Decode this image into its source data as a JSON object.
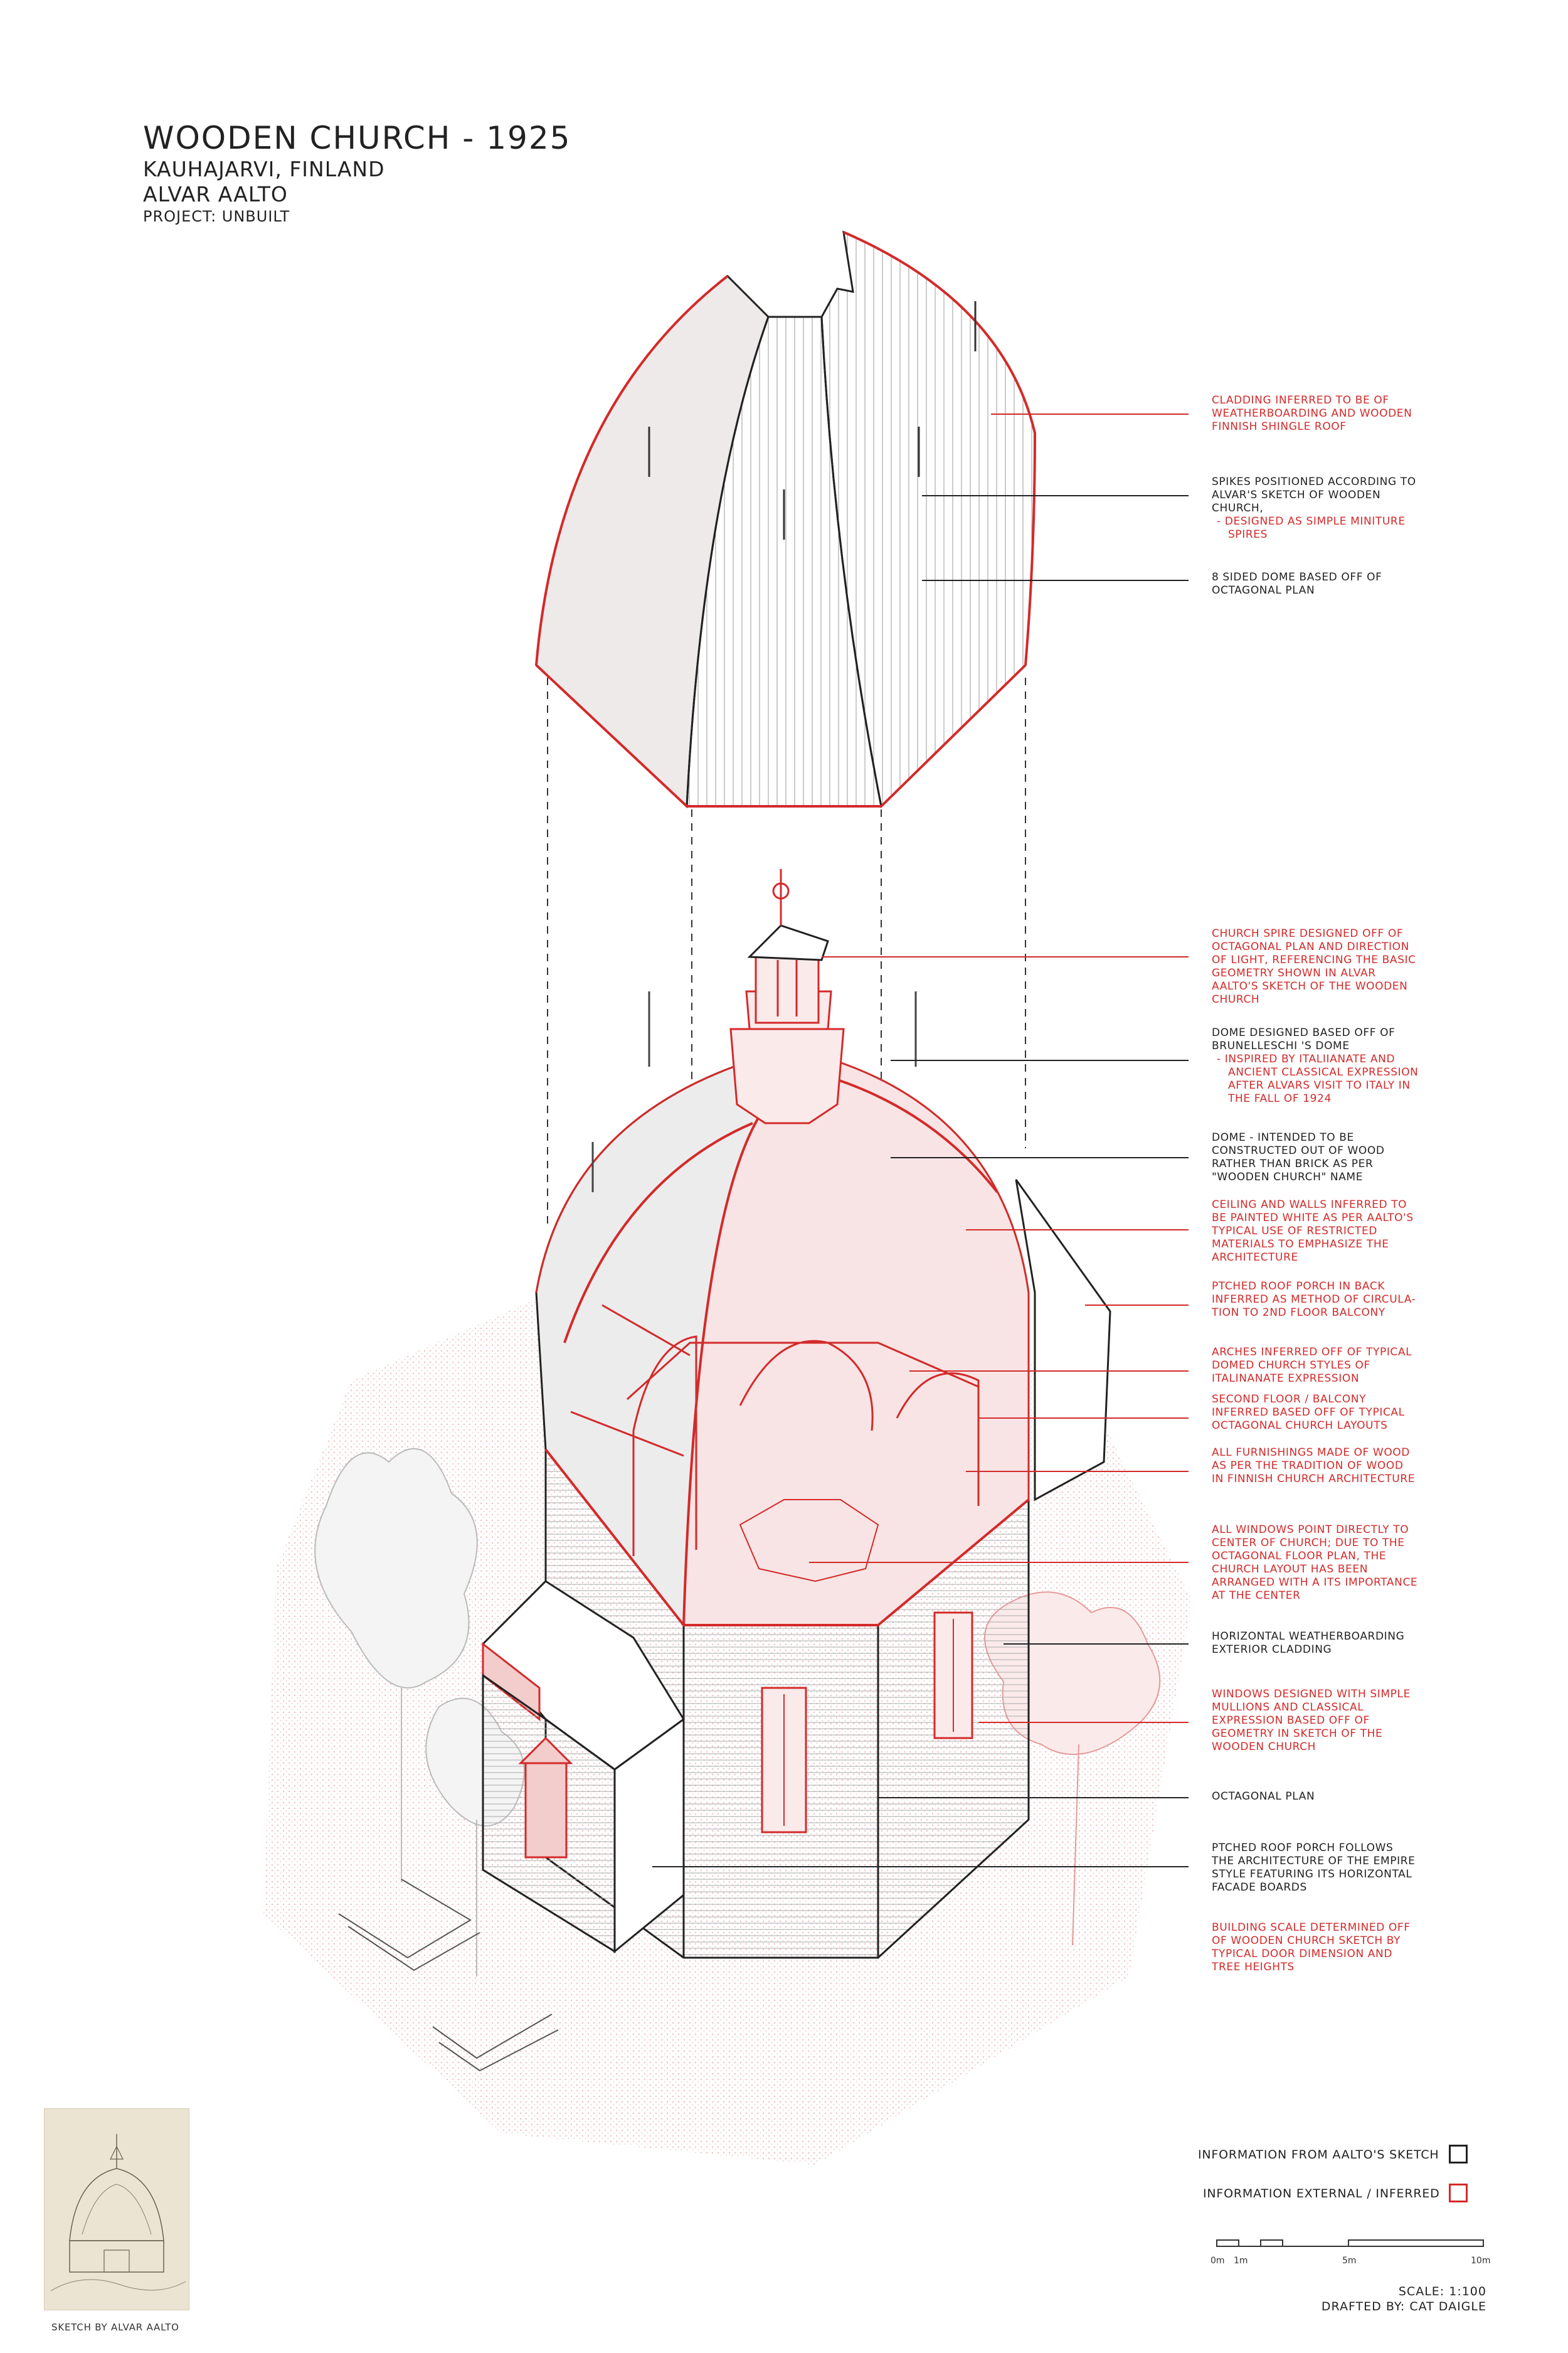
{
  "title": {
    "name": "WOODEN CHURCH - 1925",
    "location": "KAUHAJARVI, FINLAND",
    "architect": "ALVAR AALTO",
    "status": "PROJECT: UNBUILT"
  },
  "annotations": [
    {
      "text": "CLADDING INFERRED TO BE OF WEATHERBOARDING AND WOODEN FINNISH SHINGLE ROOF",
      "kind": "inferred"
    },
    {
      "text": "SPIKES POSITIONED ACCORDING TO ALVAR'S SKETCH OF WOODEN CHURCH,",
      "sub": "DESIGNED AS SIMPLE MINITURE SPIRES",
      "kind": "sketch"
    },
    {
      "text": "8 SIDED DOME BASED OFF OF OCTAGONAL PLAN",
      "kind": "sketch"
    },
    {
      "text": "CHURCH SPIRE DESIGNED OFF OF OCTAGONAL PLAN AND DIRECTION OF LIGHT, REFERENCING THE BASIC GEOMETRY SHOWN IN ALVAR AALTO'S SKETCH OF THE WOODEN CHURCH",
      "kind": "inferred"
    },
    {
      "text": "DOME DESIGNED BASED OFF OF BRUNELLESCHI 'S DOME",
      "sub": "INSPIRED BY ITALIIANATE AND ANCIENT CLASSICAL EXPRESSION AFTER ALVARS VISIT TO ITALY IN THE FALL OF 1924",
      "kind": "sketch"
    },
    {
      "text": "DOME - INTENDED TO BE CONSTRUCTED OUT OF WOOD RATHER THAN BRICK AS PER \"WOODEN CHURCH\" NAME",
      "kind": "sketch"
    },
    {
      "text": "CEILING AND WALLS INFERRED TO BE PAINTED WHITE AS PER AALTO'S TYPICAL USE OF RESTRICTED MATERIALS TO EMPHASIZE THE ARCHITECTURE",
      "kind": "inferred"
    },
    {
      "text": "PTCHED ROOF PORCH IN BACK INFERRED AS METHOD OF CIRCULA- TION TO 2ND FLOOR BALCONY",
      "kind": "inferred"
    },
    {
      "text": "ARCHES INFERRED OFF OF TYPICAL DOMED CHURCH STYLES OF ITALINANATE EXPRESSION",
      "kind": "inferred"
    },
    {
      "text": "SECOND FLOOR / BALCONY INFERRED BASED OFF OF TYPICAL OCTAGONAL CHURCH LAYOUTS",
      "kind": "inferred"
    },
    {
      "text": "ALL FURNISHINGS MADE OF WOOD AS PER THE TRADITION OF WOOD IN FINNISH CHURCH ARCHITECTURE",
      "kind": "inferred"
    },
    {
      "text": "ALL WINDOWS POINT DIRECTLY TO CENTER OF CHURCH; DUE TO THE OCTAGONAL FLOOR PLAN, THE CHURCH LAYOUT HAS BEEN ARRANGED WITH A ITS IMPORTANCE AT THE CENTER",
      "kind": "inferred"
    },
    {
      "text": "HORIZONTAL WEATHERBOARDING EXTERIOR CLADDING",
      "kind": "sketch"
    },
    {
      "text": "WINDOWS DESIGNED WITH SIMPLE MULLIONS AND CLASSICAL EXPRESSION BASED OFF OF GEOMETRY IN SKETCH OF THE WOODEN CHURCH",
      "kind": "inferred"
    },
    {
      "text": "OCTAGONAL PLAN",
      "kind": "sketch"
    },
    {
      "text": "PTCHED ROOF PORCH FOLLOWS THE ARCHITECTURE OF THE EMPIRE STYLE FEATURING ITS HORIZONTAL FACADE BOARDS",
      "kind": "sketch"
    },
    {
      "text": "BUILDING SCALE DETERMINED OFF OF WOODEN CHURCH SKETCH BY TYPICAL DOOR DIMENSION AND TREE HEIGHTS",
      "kind": "inferred"
    }
  ],
  "legend": {
    "sketch": "INFORMATION FROM AALTO'S SKETCH",
    "inferred": "INFORMATION EXTERNAL / INFERRED"
  },
  "scale_bar": {
    "ticks": [
      "0m",
      "1m",
      "5m",
      "10m"
    ]
  },
  "footer": {
    "scale": "SCALE: 1:100",
    "drafted": "DRAFTED BY: CAT DAIGLE"
  },
  "sketch_caption": "SKETCH BY ALVAR AALTO",
  "colors": {
    "sketch": "#222222",
    "inferred": "#d32a2a",
    "inferred_fill": "#f7dede"
  }
}
